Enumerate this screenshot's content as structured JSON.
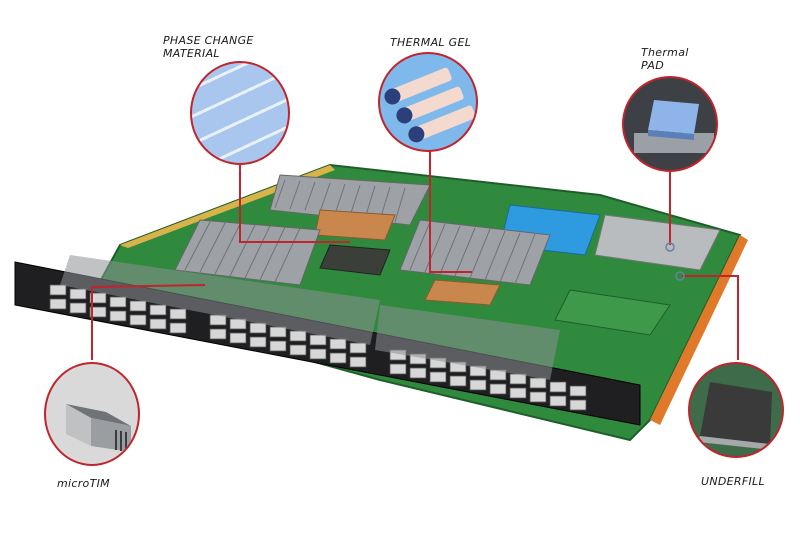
{
  "diagram": {
    "subject": "Network line card with thermal interface materials",
    "leader_color": "#c0242c",
    "callouts": [
      {
        "id": "phase-change-material",
        "label_line1": "PHASE CHANGE",
        "label_line2": "MATERIAL",
        "icon": "blue-grid-sheet"
      },
      {
        "id": "thermal-gel",
        "label_line1": "THERMAL GEL",
        "label_line2": "",
        "icon": "gel-cartridges"
      },
      {
        "id": "thermal-pad",
        "label_line1": "Thermal",
        "label_line2": "PAD",
        "icon": "blue-pad-on-chip"
      },
      {
        "id": "microtim",
        "label_line1": "microTIM",
        "label_line2": "",
        "icon": "metal-heat-spreaders"
      },
      {
        "id": "underfill",
        "label_line1": "UNDERFILL",
        "label_line2": "",
        "icon": "bga-package"
      }
    ]
  }
}
